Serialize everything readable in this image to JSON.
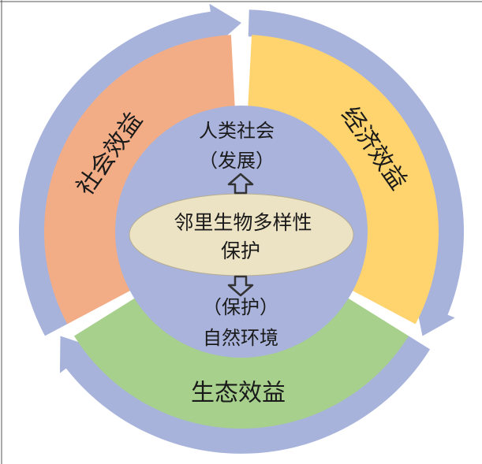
{
  "colors": {
    "ring": "#a8b3dc",
    "inner_circle": "#a9b3dc",
    "oval": "#ece2c4",
    "social": "#f2ad86",
    "economic": "#ffd36e",
    "ecological": "#a6d08c",
    "arrow_outline": "#333333",
    "background": "#ffffff"
  },
  "sectors": {
    "social": {
      "label": "社会效益"
    },
    "economic": {
      "label": "经济效益"
    },
    "ecological": {
      "label": "生态效益"
    }
  },
  "core": {
    "top_line1": "人类社会",
    "top_line2": "（发展）",
    "oval_line1": "邻里生物多样性",
    "oval_line2": "保护",
    "bottom_line1": "（保护）",
    "bottom_line2": "自然环境"
  }
}
